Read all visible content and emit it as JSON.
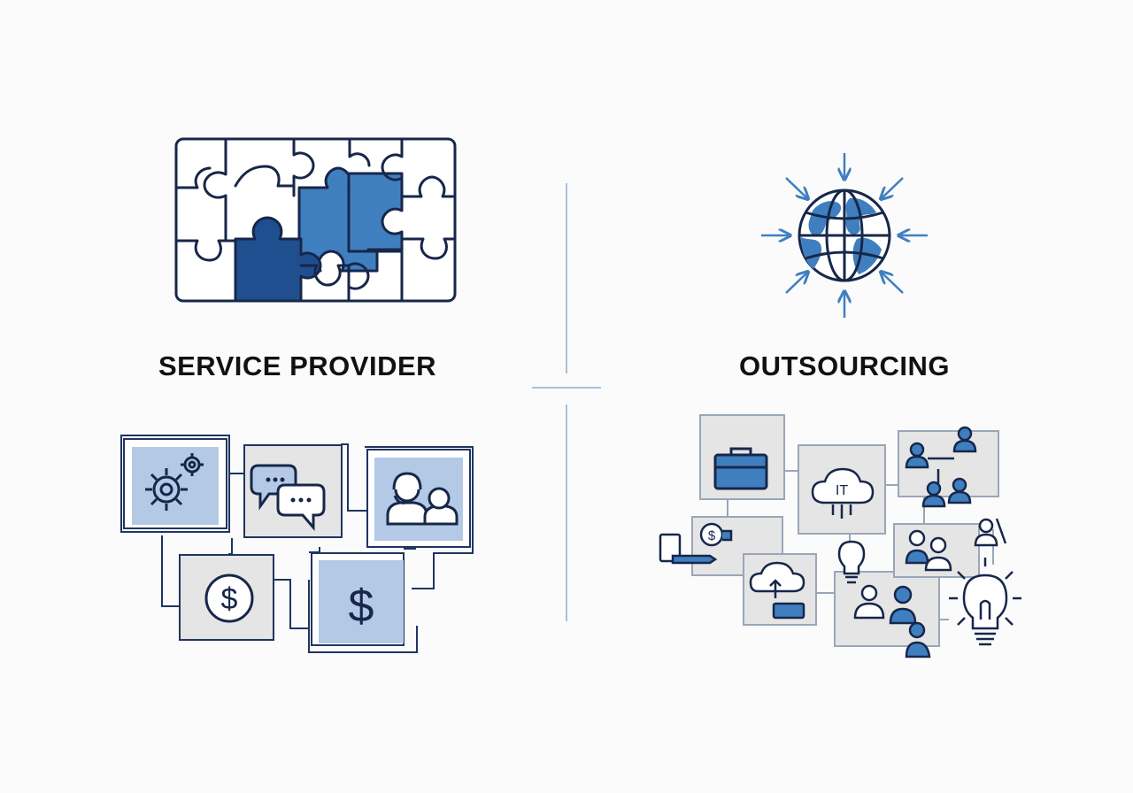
{
  "left_panel": {
    "heading": "SERVICE PROVIDER",
    "tiles": [
      {
        "icon": "gears-icon"
      },
      {
        "icon": "chat-bubbles-icon"
      },
      {
        "icon": "support-agents-icon"
      },
      {
        "icon": "dollar-coin-icon"
      },
      {
        "icon": "dollar-sign-icon"
      }
    ],
    "puzzle_icon": "puzzle-icon"
  },
  "right_panel": {
    "heading": "OUTSOURCING",
    "globe_icon": "globe-with-inward-arrows-icon",
    "tiles": [
      {
        "icon": "briefcase-icon"
      },
      {
        "icon": "cloud-icon",
        "label": "IT"
      },
      {
        "icon": "team-network-icon"
      },
      {
        "icon": "payment-icon"
      },
      {
        "icon": "cloud-upload-icon"
      },
      {
        "icon": "people-icon"
      },
      {
        "icon": "lightbulb-icon"
      }
    ]
  },
  "colors": {
    "accent_blue": "#3f7fc0",
    "dark_blue": "#1f4f8f",
    "navy": "#17274a",
    "tile_grey": "#e5e5e5",
    "tile_blue": "#b4c9e6",
    "divider": "#a9bfdc"
  }
}
